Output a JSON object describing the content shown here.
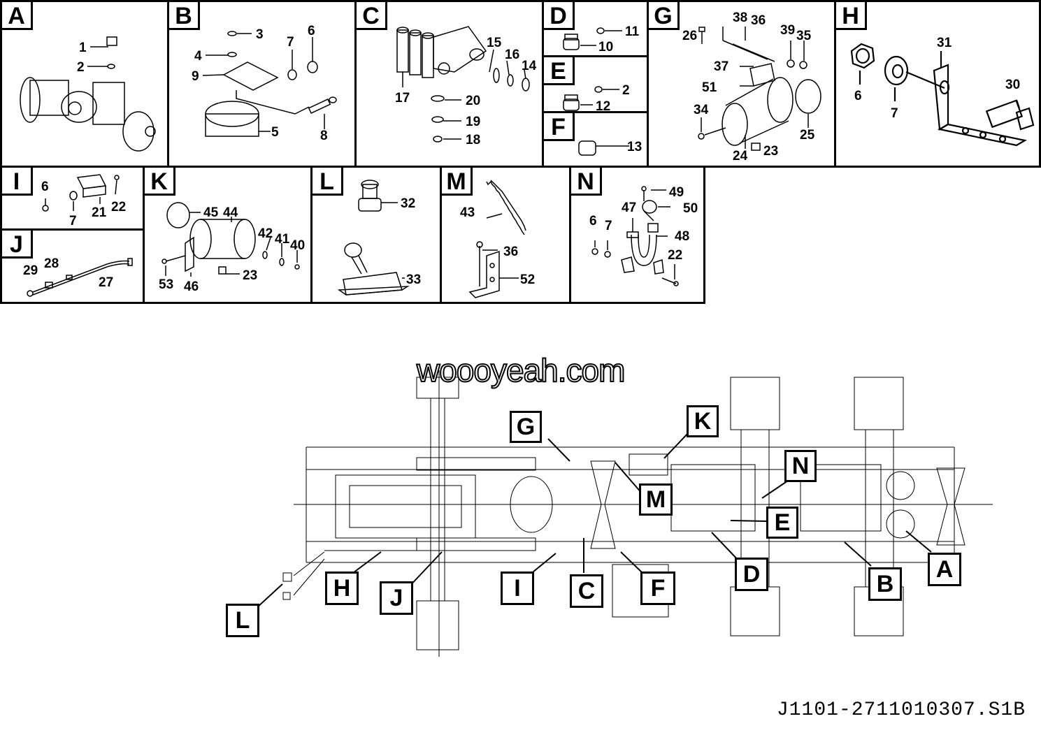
{
  "panels": [
    {
      "id": "A",
      "parts": [
        "1",
        "2"
      ]
    },
    {
      "id": "B",
      "parts": [
        "3",
        "6",
        "7",
        "4",
        "9",
        "5",
        "8"
      ]
    },
    {
      "id": "C",
      "parts": [
        "15",
        "16",
        "14",
        "17",
        "20",
        "19",
        "18"
      ]
    },
    {
      "id": "D",
      "parts": [
        "11",
        "10"
      ]
    },
    {
      "id": "E",
      "parts": [
        "2",
        "12"
      ]
    },
    {
      "id": "F",
      "parts": [
        "13"
      ]
    },
    {
      "id": "G",
      "parts": [
        "38",
        "36",
        "26",
        "39",
        "35",
        "37",
        "51",
        "34",
        "25",
        "24",
        "23"
      ]
    },
    {
      "id": "H",
      "parts": [
        "31",
        "30",
        "6",
        "7"
      ]
    },
    {
      "id": "I",
      "parts": [
        "6",
        "7",
        "21",
        "22"
      ]
    },
    {
      "id": "J",
      "parts": [
        "29",
        "28",
        "27"
      ]
    },
    {
      "id": "K",
      "parts": [
        "45",
        "44",
        "42",
        "41",
        "40",
        "53",
        "46",
        "23"
      ]
    },
    {
      "id": "L",
      "parts": [
        "32",
        "33"
      ]
    },
    {
      "id": "M",
      "parts": [
        "43",
        "36",
        "52"
      ]
    },
    {
      "id": "N",
      "parts": [
        "49",
        "50",
        "47",
        "6",
        "7",
        "48",
        "22"
      ]
    }
  ],
  "callouts": [
    "G",
    "K",
    "N",
    "M",
    "E",
    "A",
    "D",
    "B",
    "H",
    "J",
    "I",
    "C",
    "F",
    "L"
  ],
  "watermark": "woooyeah.com",
  "document_id": "J1101-2711010307.S1B"
}
